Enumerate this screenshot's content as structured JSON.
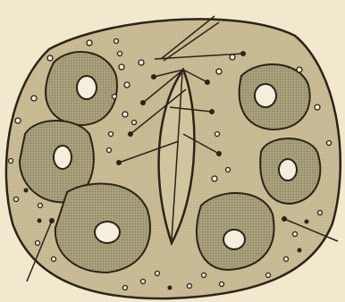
{
  "figure": {
    "kind": "engraved biological cross-section illustration",
    "colors": {
      "paper": "#f1e8cd",
      "fill": "#cbbd96",
      "cell_fill": "#a8a07b",
      "ink": "#2b2418",
      "nucleus": "#f4efdc"
    },
    "cell_count": 6,
    "label_lines": 12
  }
}
